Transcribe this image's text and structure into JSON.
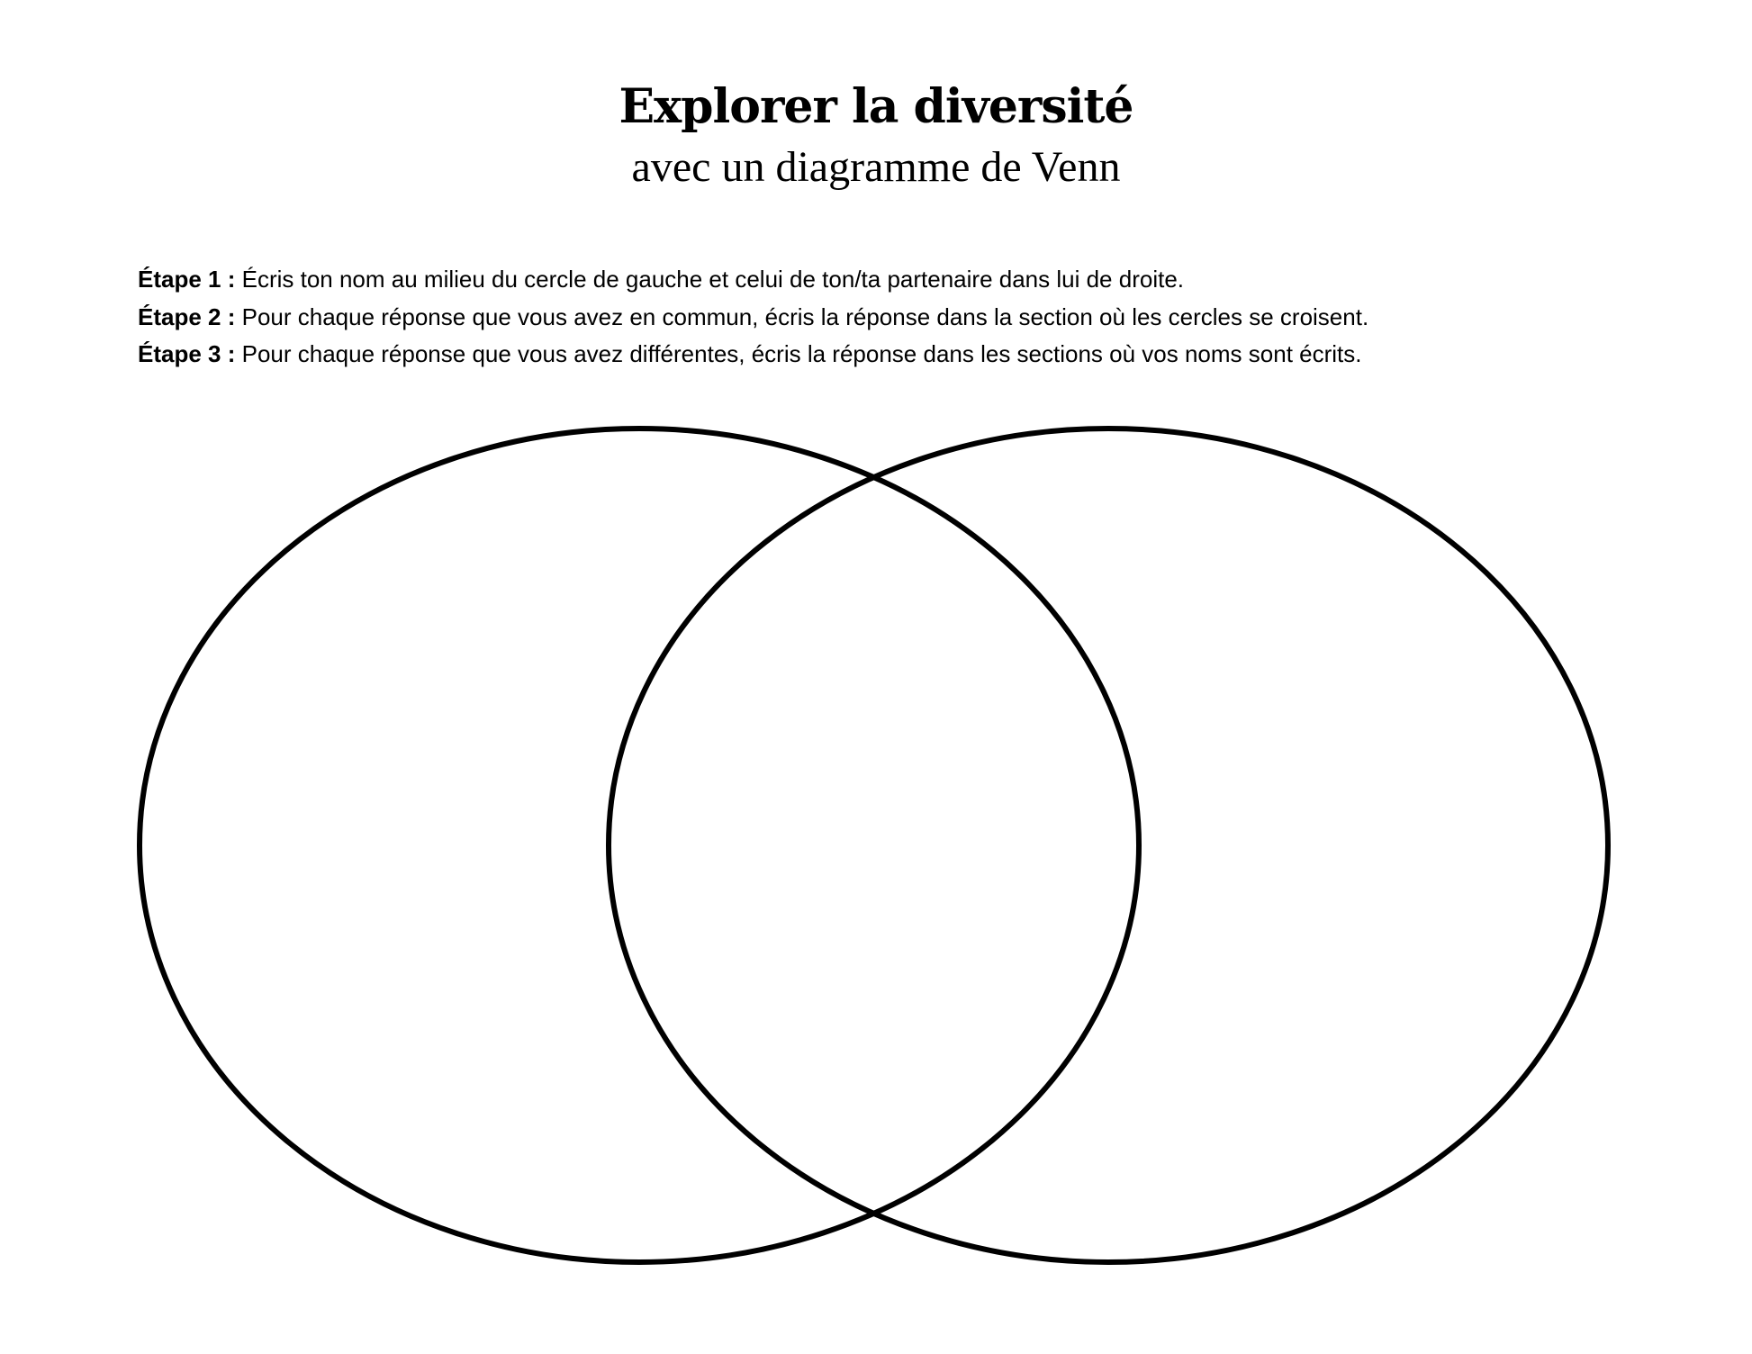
{
  "title": "Explorer la diversité",
  "subtitle": "avec un diagramme de Venn",
  "steps": [
    {
      "label": "Étape 1 :",
      "text": " Écris ton nom au milieu du cercle de gauche et celui de ton/ta partenaire dans lui de droite."
    },
    {
      "label": "Étape 2 :",
      "text": " Pour chaque réponse que vous avez en commun, écris la réponse dans la section où les cercles se croisent."
    },
    {
      "label": "Étape 3 :",
      "text": " Pour chaque réponse que vous avez différentes, écris la réponse dans les sections où vos noms sont écrits."
    }
  ]
}
